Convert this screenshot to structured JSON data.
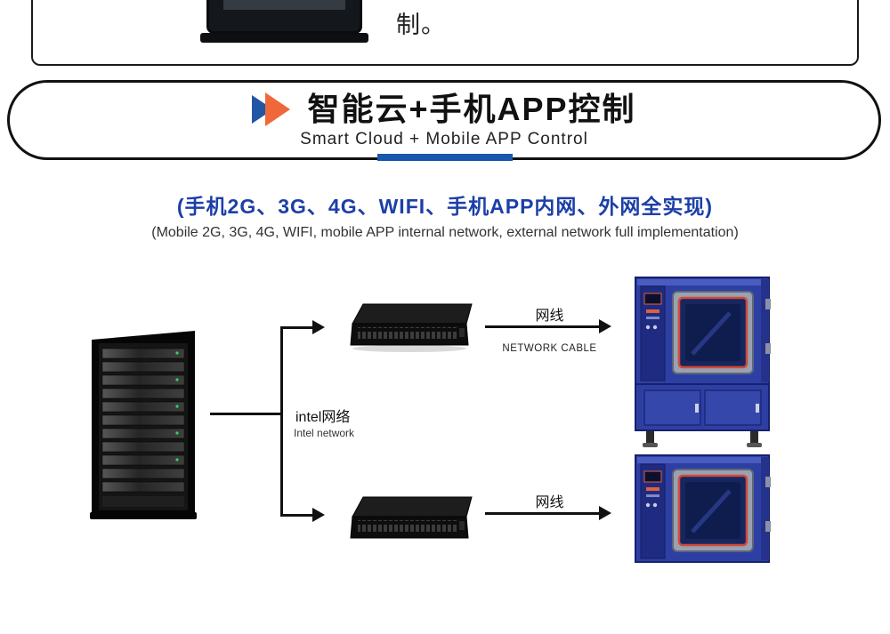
{
  "top_card": {
    "trailing_text": "制。"
  },
  "banner": {
    "title": "智能云+手机APP控制",
    "subtitle": "Smart Cloud + Mobile APP Control",
    "icon": "play-arrows-icon",
    "underline_color": "#1a57ae"
  },
  "headline": {
    "cn": "(手机2G、3G、4G、WIFI、手机APP内网、外网全实现)",
    "en": "(Mobile 2G, 3G, 4G, WIFI, mobile APP internal network, external network full implementation)",
    "cn_color": "#1c3fa8"
  },
  "diagram": {
    "intel_label_cn": "intel网络",
    "intel_label_en": "Intel network",
    "top_cable_cn": "网线",
    "top_cable_en": "NETWORK CABLE",
    "bottom_cable_cn": "网线",
    "nodes": {
      "server": "server-rack",
      "switch_top": "network-switch",
      "switch_bottom": "network-switch",
      "chamber_top": "environmental-test-chamber",
      "chamber_bottom": "environmental-test-chamber"
    }
  },
  "colors": {
    "accent_blue": "#1c3fa8",
    "bar_blue": "#1a57ae",
    "icon_blue": "#2156a5",
    "icon_orange": "#f0683a",
    "chamber_blue": "#2e3fa4"
  }
}
